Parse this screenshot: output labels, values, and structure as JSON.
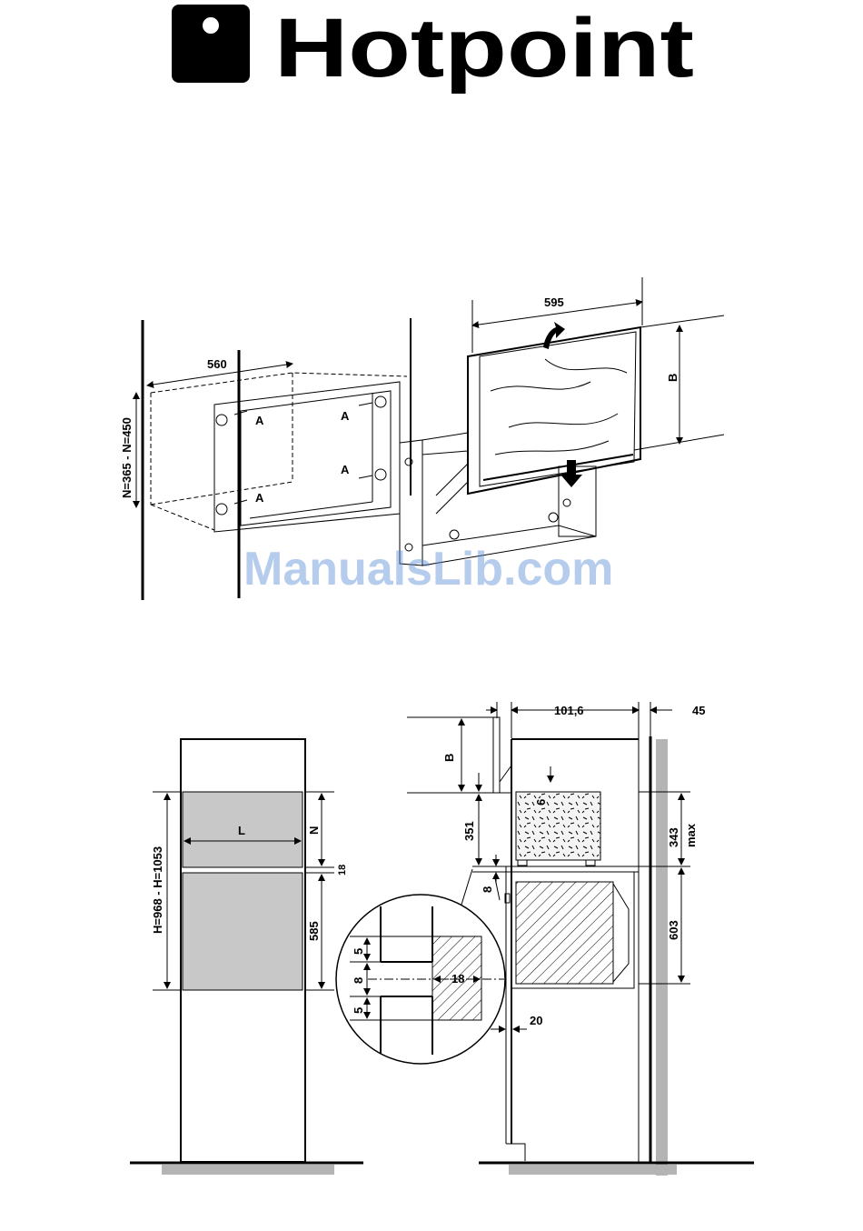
{
  "logo": {
    "brand": "Hotpoint"
  },
  "watermark": "ManualsLib.com",
  "figure_top": {
    "dim_width_cavity": "560",
    "dim_depth_range": "N=365 - N=450",
    "dim_panel_width": "595",
    "dim_panel_height": "B",
    "screw_label": "A"
  },
  "figure_front": {
    "dim_width": "L",
    "dim_height_range": "H=968 - H=1053",
    "dim_upper": "N",
    "dim_gap": "18",
    "dim_lower": "585"
  },
  "figure_side": {
    "dim_panel_offset": "101,6",
    "dim_wall": "45",
    "dim_top": "B",
    "dim_small": "6",
    "dim_upper_space": "351",
    "dim_upper_max": "343",
    "dim_max_word": "max",
    "dim_shelf": "8",
    "dim_oven_height": "603",
    "dim_front_gap": "20"
  },
  "detail_zoom": {
    "dim_top": "5",
    "dim_mid": "8",
    "dim_bottom": "5",
    "dim_width": "18"
  },
  "colors": {
    "ink": "#000000",
    "panel_fill": "#c8c8c8",
    "floor_shadow": "#b4b4b4",
    "watermark": "#5b8fd6"
  }
}
